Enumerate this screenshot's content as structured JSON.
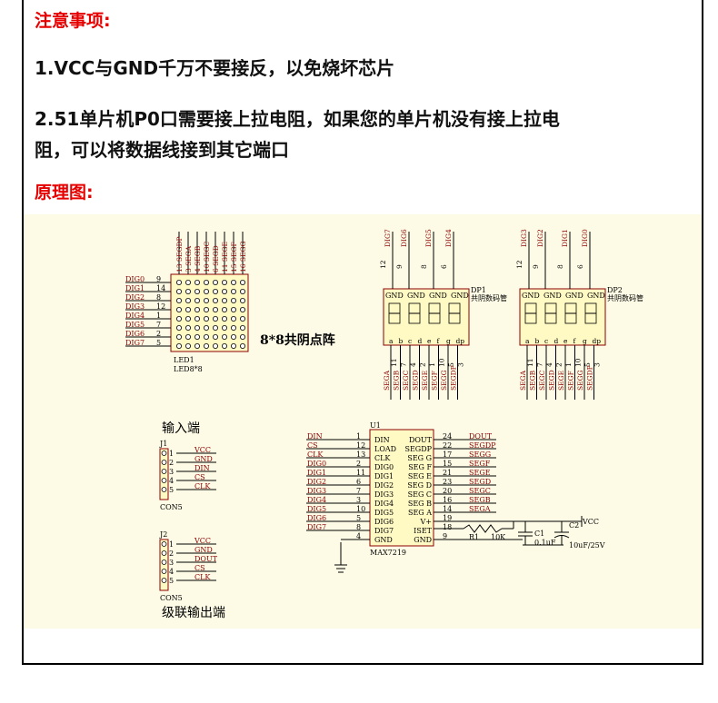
{
  "notes": {
    "title": "注意事项:",
    "item1": "1.VCC与GND千万不要接反，以免烧坏芯片",
    "item2_line1": "2.51单片机P0口需要接上拉电阻，如果您的单片机没有接上拉电",
    "item2_line2": "阻，可以将数据线接到其它端口",
    "diagram_title": "原理图:"
  },
  "schematic": {
    "matrix": {
      "caption": "8*8共阴点阵",
      "ref": "LED1",
      "part": "LED8*8",
      "left_nets": [
        "DIG0",
        "DIG1",
        "DIG2",
        "DIG3",
        "DIG4",
        "DIG5",
        "DIG6",
        "DIG7"
      ],
      "left_pins": [
        "9",
        "14",
        "8",
        "12",
        "1",
        "7",
        "2",
        "5"
      ],
      "top_nets": [
        "13 SEGDP",
        "3 SEGA",
        "4 SEGB",
        "10 SEGC",
        "6 SEGD",
        "11 SEGE",
        "15 SEGF",
        "16 SEGG"
      ]
    },
    "dp1": {
      "ref": "DP1",
      "desc": "共阴数码管",
      "top_nets": [
        "DIG7",
        "DIG6",
        "DIG5",
        "DIG4"
      ],
      "top_pins": [
        "12",
        "9",
        "8",
        "6"
      ]
    },
    "dp2": {
      "ref": "DP2",
      "desc": "共阴数码管",
      "top_nets": [
        "DIG3",
        "DIG2",
        "DIG1",
        "DIG0"
      ],
      "top_pins": [
        "12",
        "9",
        "8",
        "6"
      ]
    },
    "seg_bottom_nets": [
      "SEGA",
      "SEGB",
      "SEGC",
      "SEGD",
      "SEGE",
      "SEGF",
      "SEGG",
      "SEGDP"
    ],
    "seg_bottom_pins": [
      "11",
      "7",
      "4",
      "2",
      "1",
      "10",
      "5",
      "3"
    ],
    "seg_letters": [
      "a",
      "b",
      "c",
      "d",
      "e",
      "f",
      "g",
      "dp"
    ],
    "gnd_label": "GND",
    "input": {
      "title": "输入端",
      "ref": "J1",
      "part": "CON5",
      "pins": [
        "1",
        "2",
        "3",
        "4",
        "5"
      ],
      "nets": [
        "VCC",
        "GND",
        "DIN",
        "CS",
        "CLK"
      ]
    },
    "cascade": {
      "title": "级联输出端",
      "ref": "J2",
      "part": "CON5",
      "pins": [
        "1",
        "2",
        "3",
        "4",
        "5"
      ],
      "nets": [
        "VCC",
        "GND",
        "DOUT",
        "CS",
        "CLK"
      ]
    },
    "ic": {
      "ref": "U1",
      "part": "MAX7219",
      "left_nets": [
        "DIN",
        "CS",
        "CLK",
        "DIG0",
        "DIG1",
        "DIG2",
        "DIG3",
        "DIG4",
        "DIG5",
        "DIG6",
        "DIG7"
      ],
      "left_pins": [
        "1",
        "12",
        "13",
        "2",
        "11",
        "6",
        "7",
        "3",
        "10",
        "5",
        "8",
        "4"
      ],
      "left_labels": [
        "DIN",
        "LOAD",
        "CLK",
        "DIG0",
        "DIG1",
        "DIG2",
        "DIG3",
        "DIG4",
        "DIG5",
        "DIG6",
        "DIG7",
        "GND"
      ],
      "right_labels": [
        "DOUT",
        "SEGDP",
        "SEG G",
        "SEG F",
        "SEG E",
        "SEG D",
        "SEG C",
        "SEG B",
        "SEG A",
        "V+",
        "ISET",
        "GND"
      ],
      "right_pins": [
        "24",
        "22",
        "17",
        "15",
        "21",
        "23",
        "20",
        "16",
        "14",
        "19",
        "18",
        "9"
      ],
      "right_nets": [
        "DOUT",
        "SEGDP",
        "SEGG",
        "SEGF",
        "SEGE",
        "SEGD",
        "SEGC",
        "SEGB",
        "SEGA"
      ]
    },
    "r1": {
      "ref": "R1",
      "value": "10K"
    },
    "c1": {
      "ref": "C1",
      "value": "0.1uF"
    },
    "c2": {
      "ref": "C2",
      "value": "10uF/25V"
    },
    "vcc": "VCC"
  },
  "colors": {
    "heading": "#e60000",
    "wire": "#000000",
    "net": "#8b0000",
    "panel": "#fdfbe6",
    "component": "#fff9c4"
  }
}
